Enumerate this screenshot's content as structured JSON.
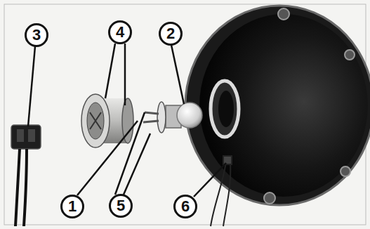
{
  "diagram": {
    "nodes": [
      {
        "text": [
          "3"
        ]
      },
      {
        "text": [
          "4"
        ]
      },
      {
        "text": [
          "2"
        ]
      },
      {
        "text": [
          "1"
        ]
      },
      {
        "text": [
          "5"
        ]
      },
      {
        "text": [
          "6"
        ]
      }
    ]
  }
}
